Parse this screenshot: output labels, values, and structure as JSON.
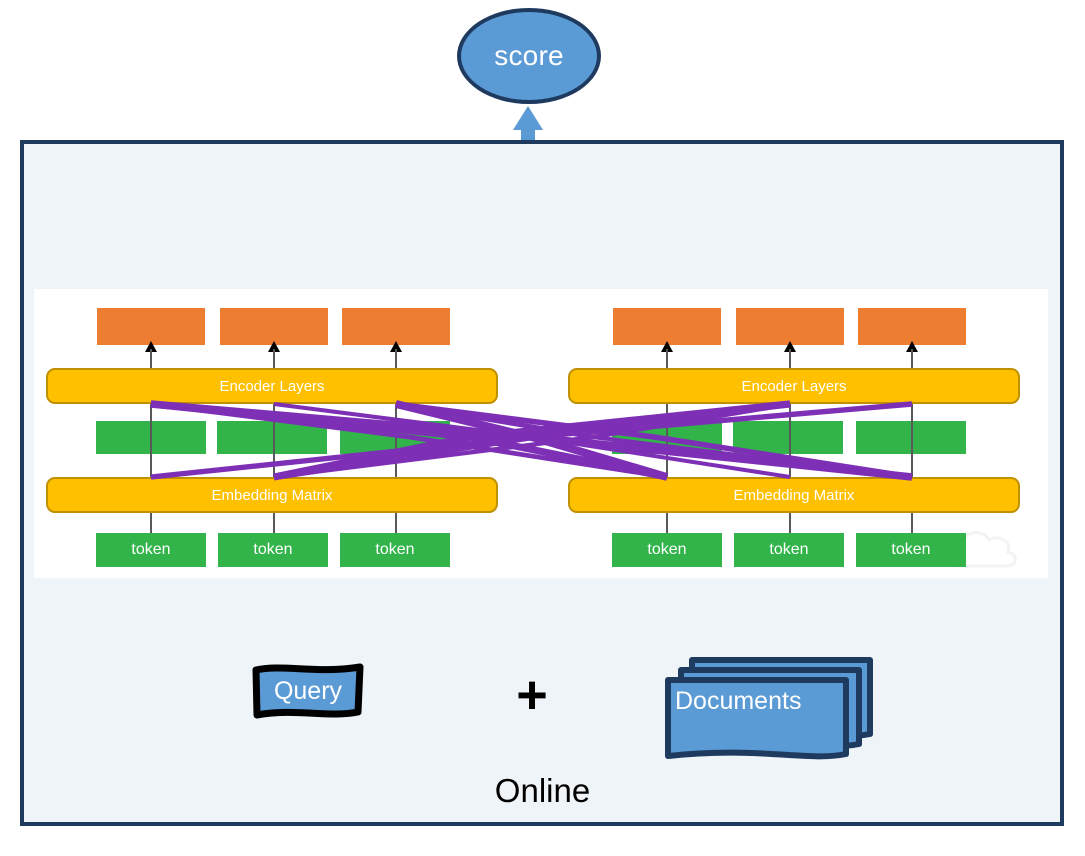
{
  "diagram": {
    "title": "score",
    "stage_label": "Online",
    "plus": "+",
    "colors": {
      "score_fill": "#5B9BD5",
      "score_border": "#1F3A5F",
      "outer_fill": "#EFF4F8",
      "outer_border": "#1F3A5F",
      "panel_fill": "#FFFFFF",
      "orange": "#ED7D31",
      "green": "#32B44A",
      "yellow": "#FFC000",
      "yellow_border": "#BF9000",
      "cross_attention": "#7D2FB5",
      "connector": "#595959",
      "arrow_blue": "#5B9BD5"
    }
  },
  "score_node": {
    "label": "score"
  },
  "encoders": [
    {
      "side": "left",
      "encoder_label": "Encoder Layers",
      "embedding_label": "Embedding Matrix",
      "output_vectors": [
        "",
        "",
        ""
      ],
      "hidden_vectors": [
        "",
        "",
        ""
      ],
      "tokens": [
        "token",
        "token",
        "token"
      ]
    },
    {
      "side": "right",
      "encoder_label": "Encoder Layers",
      "embedding_label": "Embedding Matrix",
      "output_vectors": [
        "",
        "",
        ""
      ],
      "hidden_vectors": [
        "",
        "",
        ""
      ],
      "tokens": [
        "token",
        "token",
        "token"
      ]
    }
  ],
  "inputs": {
    "query_label": "Query",
    "plus_label": "+",
    "documents_label": "Documents"
  },
  "footer": {
    "stage": "Online"
  }
}
